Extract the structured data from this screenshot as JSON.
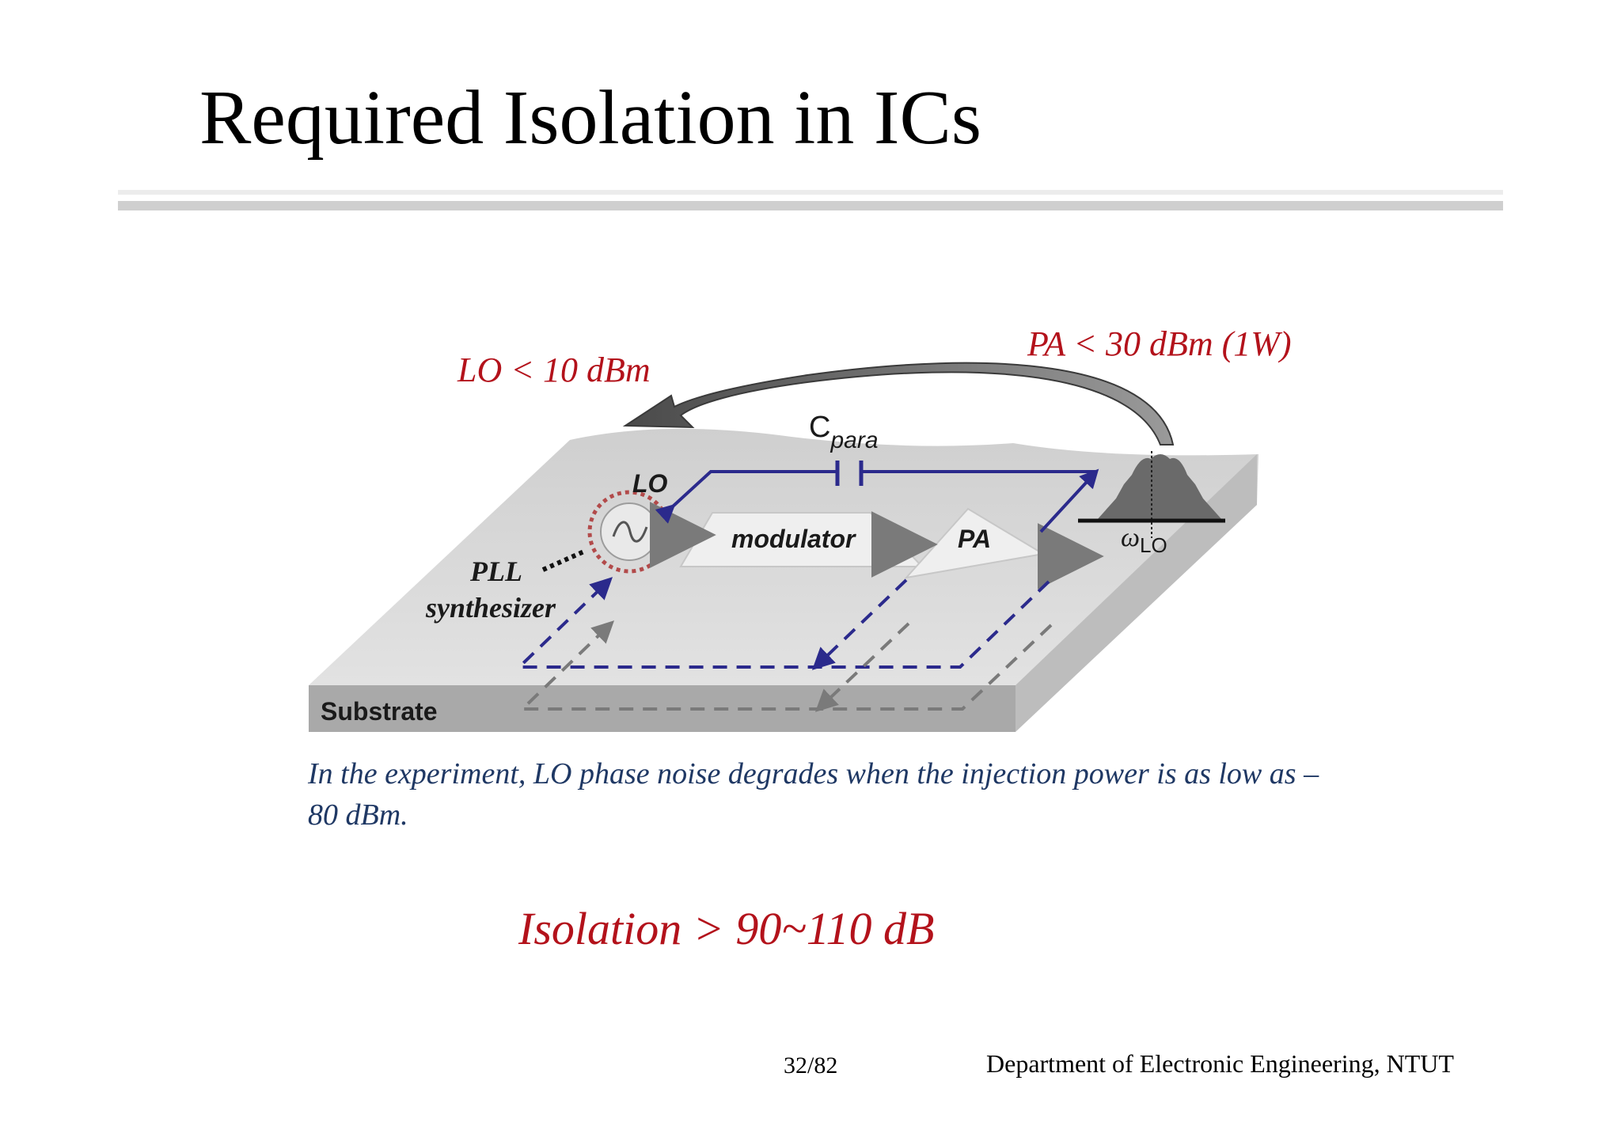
{
  "slide": {
    "title": "Required Isolation in ICs",
    "page": "32/82",
    "department": "Department of Electronic Engineering, NTUT"
  },
  "diagram": {
    "lo_power_label": "LO < 10 dBm",
    "pa_power_label": "PA < 30 dBm (1W)",
    "cpara_main": "C",
    "cpara_sub": "para",
    "lo_label": "LO",
    "modulator_label": "modulator",
    "pa_label": "PA",
    "omega_main": "ω",
    "omega_sub": "LO",
    "pll_label_line1": "PLL",
    "pll_label_line2": "synthesizer",
    "substrate_label": "Substrate",
    "colors": {
      "red_label": "#b3121b",
      "blue_path": "#2b2a8c",
      "gray_path": "#7a7a7a",
      "substrate_top": "#dcdcdc",
      "substrate_front": "#a9a9a9",
      "substrate_side": "#bdbdbd",
      "spectrum": "#666666",
      "arrow": "#6d6d6d"
    }
  },
  "caption": "In the experiment, LO phase noise degrades when the injection power is as low as –80 dBm.",
  "isolation": "Isolation > 90~110 dB"
}
